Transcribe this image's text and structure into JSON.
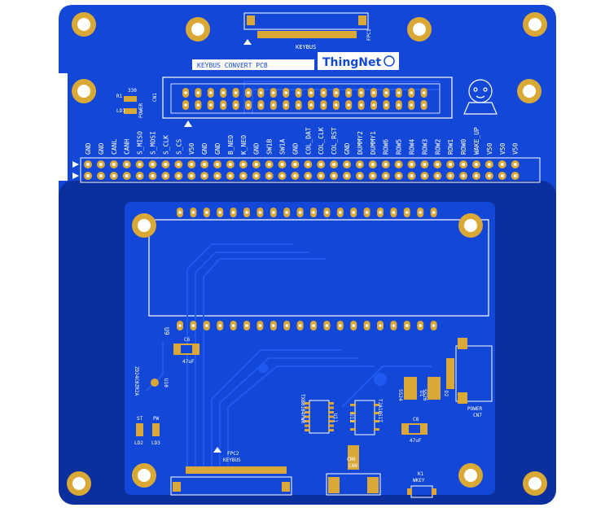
{
  "colors": {
    "board": "#1347d8",
    "board_dark": "#0b2f9c",
    "copper": "#d9a836",
    "silk": "#ffffff",
    "trace": "#1f59f0"
  },
  "header_labels": [
    "GND",
    "GND",
    "CANL",
    "CANH",
    "S_MISO",
    "S_MOSI",
    "S_CLK",
    "S_CS",
    "V50",
    "GND",
    "GND",
    "B_NEO",
    "K_NEO",
    "GND",
    "SW1B",
    "SW1A",
    "GND",
    "COL_DAT",
    "COL_CLK",
    "COL_RST",
    "GND",
    "DUMMY2",
    "DUMMY1",
    "ROW6",
    "ROW5",
    "ROW4",
    "ROW3",
    "ROW2",
    "ROW1",
    "ROW0",
    "WAKE_UP",
    "V50",
    "V50",
    "V50"
  ],
  "labels": {
    "fpc1": "FPC1",
    "keybus_top": "KEYBUS",
    "board_title": "KEYBUS CONVERT PCB",
    "brand": "ThingNet",
    "cn1": "CN1",
    "r1": "R1",
    "r1_value": "330",
    "ld1": "LD1",
    "power_led": "POWER",
    "u9": "U9",
    "c6": "C6",
    "c6_value": "47uF",
    "u10": "U10",
    "u10_part": "ZD24C0ZR2A",
    "st": "ST",
    "pw": "PW",
    "ld2": "LD2",
    "ld3": "LD3",
    "fpc2": "FPC2",
    "keybus_bottom": "KEYBUS",
    "u11": "U11",
    "u11_part": "TXB0104PWR",
    "u12": "U12",
    "u12_part": "TJA1051T",
    "cn6": "CN6",
    "can": "CAN",
    "c8": "C8",
    "c8_value": "47uF",
    "ss24": "SS24",
    "d1": "D1",
    "ss26": "SS26",
    "d2": "D2",
    "power_conn": "POWER",
    "cn7": "CN7",
    "k1": "K1",
    "wkey": "WKEY"
  }
}
